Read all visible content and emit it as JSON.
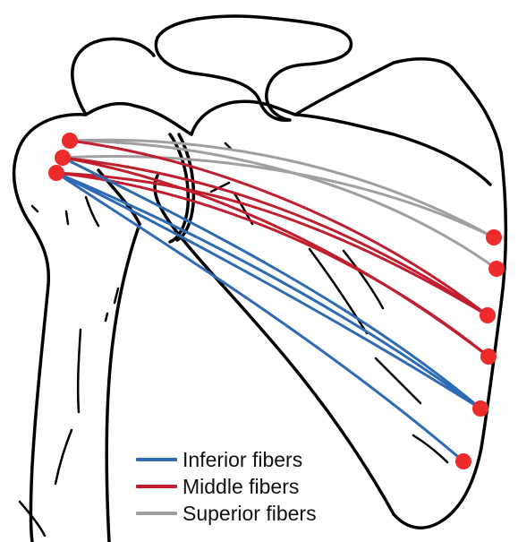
{
  "colors": {
    "inferior": "#2e6bb4",
    "middle": "#c01f2e",
    "superior": "#a0a0a0",
    "attachment_point": "#ee2b2b",
    "bone_outline": "#000000"
  },
  "legend": {
    "items": [
      {
        "label": "Inferior fibers",
        "color": "#2e6bb4"
      },
      {
        "label": "Middle fibers",
        "color": "#c01f2e"
      },
      {
        "label": "Superior fibers",
        "color": "#a0a0a0"
      }
    ]
  }
}
